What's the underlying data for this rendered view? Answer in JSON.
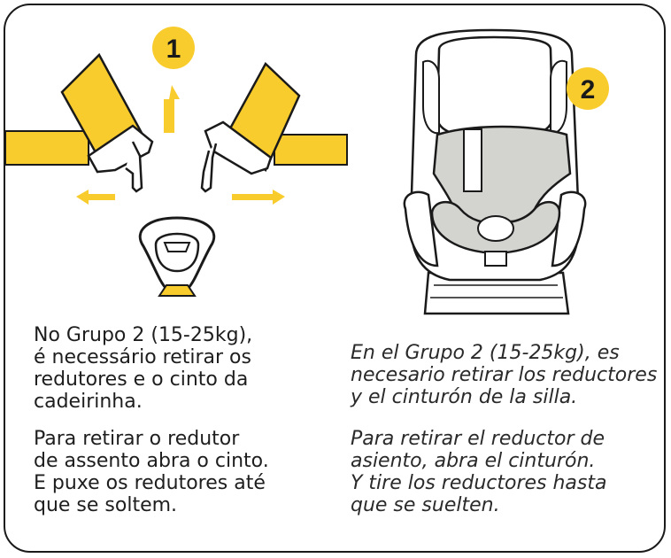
{
  "steps": {
    "step1": "1",
    "step2": "2"
  },
  "colors": {
    "accent": "#F9CC2E",
    "ink": "#1a1a1a",
    "pad": "#D3D3D0"
  },
  "text": {
    "pt_p1_l1": "No Grupo 2 (15-25kg),",
    "pt_p1_l2": "é necessário retirar os",
    "pt_p1_l3": "redutores e o cinto da",
    "pt_p1_l4": "cadeirinha.",
    "pt_p2_l1": "Para retirar o redutor",
    "pt_p2_l2": "de assento abra o cinto.",
    "pt_p2_l3": "E puxe os redutores até",
    "pt_p2_l4": "que se soltem.",
    "es_p1_l1": "En el Grupo 2 (15-25kg), es",
    "es_p1_l2": "necesario retirar los reductores",
    "es_p1_l3": "y el cinturón de la silla.",
    "es_p2_l1": "Para retirar el reductor de",
    "es_p2_l2": "asiento, abra el cinturón.",
    "es_p2_l3": "Y tire los reductores hasta",
    "es_p2_l4": "que se suelten."
  }
}
